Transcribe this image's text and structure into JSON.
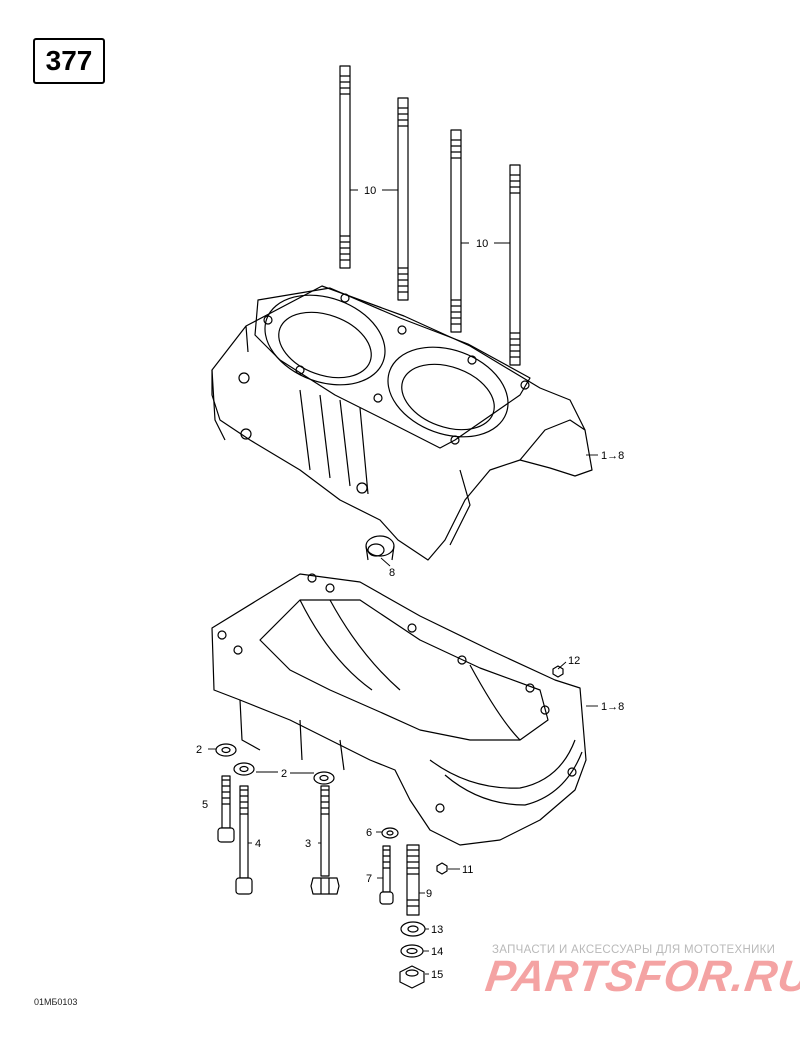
{
  "page": {
    "number": "377",
    "drawing_code": "01MБ0103"
  },
  "callouts": {
    "stud_10a": "10",
    "stud_10b": "10",
    "ref_upper": "1→8",
    "ref_lower": "1→8",
    "p2_left": "2",
    "p2_mid": "2",
    "p3": "3",
    "p4": "4",
    "p5": "5",
    "p6": "6",
    "p7": "7",
    "p8": "8",
    "p9": "9",
    "p11": "11",
    "p12": "12",
    "p13": "13",
    "p14": "14",
    "p15": "15"
  },
  "watermark": {
    "tagline": "ЗАПЧАСТИ И АКСЕССУАРЫ ДЛЯ МОТОТЕХНИКИ",
    "logo": "PARTSFOR.RU"
  }
}
